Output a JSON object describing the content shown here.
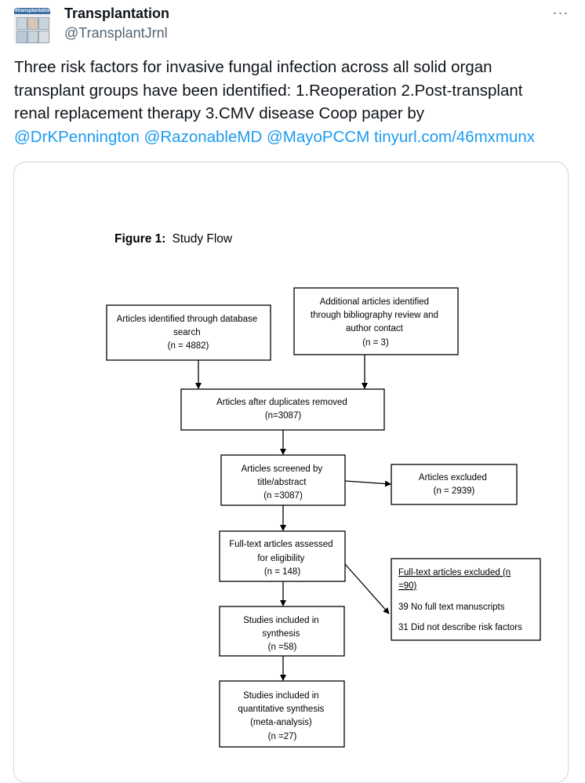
{
  "author": {
    "display_name": "Transplantation",
    "handle": "@TransplantJrnl",
    "avatar_label": "#transplantation"
  },
  "more_icon": "···",
  "tweet": {
    "line1": "Three risk factors for invasive fungal infection across all solid organ",
    "line2": "transplant groups have been identified: 1.Reoperation 2.Post-transplant",
    "line3": "renal replacement therapy 3.CMV disease Coop paper by",
    "mentions": [
      "@DrKPennington",
      "@RazonableMD",
      "@MayoPCCM"
    ],
    "link": "tinyurl.com/46mxmunx"
  },
  "figure": {
    "title_bold": "Figure 1:",
    "title_rest": "Study Flow",
    "boxes": {
      "database": [
        "Articles identified through database",
        "search",
        "(n = 4882)"
      ],
      "additional": [
        "Additional articles identified",
        "through bibliography review and",
        "author contact",
        "(n = 3)"
      ],
      "duplicates": [
        "Articles after duplicates removed",
        "(n=3087)"
      ],
      "screened": [
        "Articles screened by",
        "title/abstract",
        "(n =3087)"
      ],
      "excluded": [
        "Articles excluded",
        "(n = 2939)"
      ],
      "fulltext": [
        "Full-text articles assessed",
        "for eligibility",
        "(n = 148)"
      ],
      "synthesis": [
        "Studies included in",
        "synthesis",
        "(n =58)"
      ],
      "meta": [
        "Studies included in",
        "quantitative synthesis",
        "(meta-analysis)",
        "(n =27)"
      ],
      "fulltext_excluded": {
        "heading_line1": "Full-text articles excluded (n",
        "heading_line2": "=90)",
        "reason1": "39 No full text manuscripts",
        "reason2": "31 Did not describe risk factors"
      }
    }
  }
}
